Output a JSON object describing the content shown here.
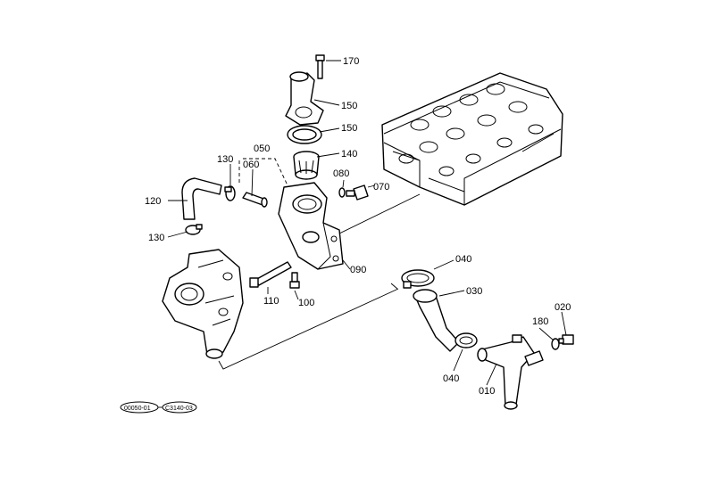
{
  "callouts": [
    {
      "id": "p170",
      "label": "170"
    },
    {
      "id": "p150a",
      "label": "150"
    },
    {
      "id": "p150b",
      "label": "150"
    },
    {
      "id": "p140",
      "label": "140"
    },
    {
      "id": "p050",
      "label": "050"
    },
    {
      "id": "p060",
      "label": "060"
    },
    {
      "id": "p130a",
      "label": "130"
    },
    {
      "id": "p120",
      "label": "120"
    },
    {
      "id": "p130b",
      "label": "130"
    },
    {
      "id": "p080",
      "label": "080"
    },
    {
      "id": "p070",
      "label": "070"
    },
    {
      "id": "p090",
      "label": "090"
    },
    {
      "id": "p110",
      "label": "110"
    },
    {
      "id": "p100",
      "label": "100"
    },
    {
      "id": "p040a",
      "label": "040"
    },
    {
      "id": "p030",
      "label": "030"
    },
    {
      "id": "p040b",
      "label": "040"
    },
    {
      "id": "p010",
      "label": "010"
    },
    {
      "id": "p180",
      "label": "180"
    },
    {
      "id": "p020",
      "label": "020"
    }
  ],
  "references": [
    {
      "id": "ref1",
      "label": "00050-01"
    },
    {
      "id": "ref2",
      "label": "C3140-03"
    }
  ]
}
